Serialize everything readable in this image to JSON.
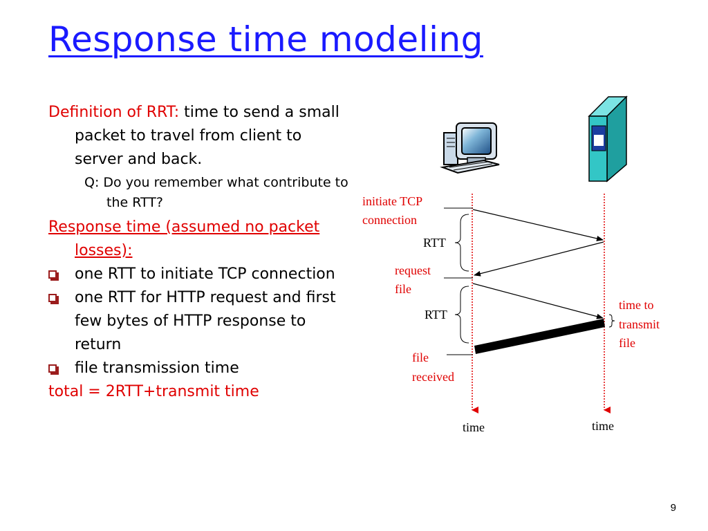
{
  "slide": {
    "title": "Response time modeling",
    "page_number": "9"
  },
  "text": {
    "def_label": "Definition of RRT:",
    "def_body": " time to send a small packet to travel from client to server and back.",
    "question": "Q: Do you remember what contribute to the RTT?",
    "response_heading": "Response time (assumed no packet losses):",
    "bullets": [
      "one RTT to initiate TCP connection",
      "one RTT for HTTP request and first few bytes of HTTP response to return",
      "file transmission time"
    ],
    "total": "total = 2RTT+transmit time"
  },
  "diagram": {
    "label_initiate_1": "initiate TCP",
    "label_initiate_2": "connection",
    "label_rtt_1": "RTT",
    "label_request_1": "request",
    "label_request_2": "file",
    "label_rtt_2": "RTT",
    "label_file_1": "file",
    "label_file_2": "received",
    "label_transmit_1": "time to",
    "label_transmit_2": "transmit",
    "label_transmit_3": "file",
    "label_time_client": "time",
    "label_time_server": "time",
    "icons": [
      "client-computer-icon",
      "server-tower-icon"
    ],
    "colors": {
      "title": "#1a1aff",
      "emphasis": "#e00000",
      "timeline": "#e00000",
      "server_body": "#33c6c6"
    }
  }
}
